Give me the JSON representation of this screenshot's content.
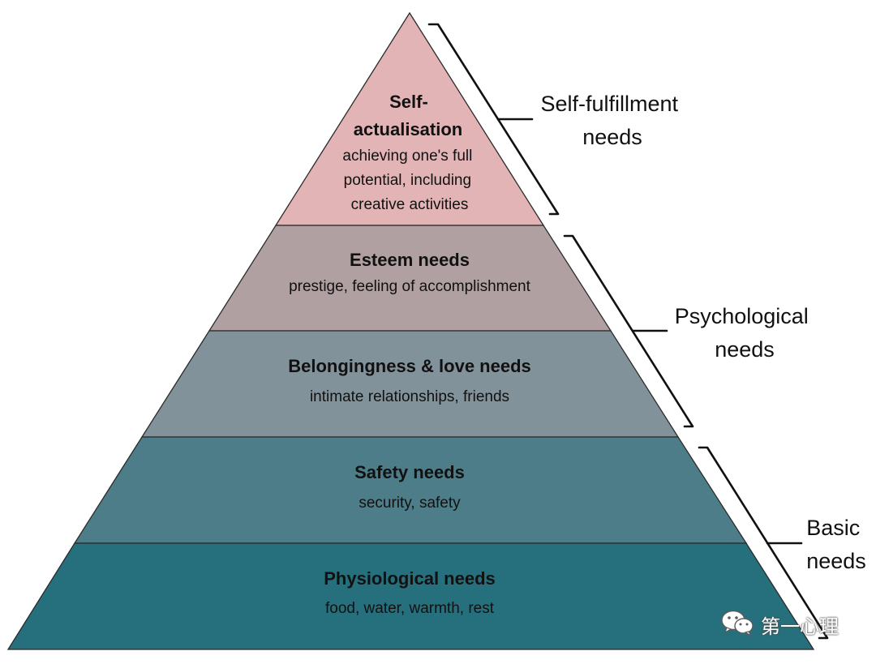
{
  "pyramid": {
    "tiers": [
      {
        "title_lines": [
          "Self-",
          "actualisation"
        ],
        "desc_lines": [
          "achieving one's full",
          "potential, including",
          "creative activities"
        ],
        "color": "#e2b4b6"
      },
      {
        "title_lines": [
          "Esteem needs"
        ],
        "desc_lines": [
          "prestige, feeling of accomplishment"
        ],
        "color": "#b0a0a2"
      },
      {
        "title_lines": [
          "Belongingness & love needs"
        ],
        "desc_lines": [
          "intimate relationships, friends"
        ],
        "color": "#82929a"
      },
      {
        "title_lines": [
          "Safety needs"
        ],
        "desc_lines": [
          "security, safety"
        ],
        "color": "#4c7d88"
      },
      {
        "title_lines": [
          "Physiological needs"
        ],
        "desc_lines": [
          "food, water, warmth, rest"
        ],
        "color": "#266f7c"
      }
    ]
  },
  "groups": [
    {
      "label_lines": [
        "Self-fulfillment",
        "needs"
      ]
    },
    {
      "label_lines": [
        "Psychological",
        "needs"
      ]
    },
    {
      "label_lines": [
        "Basic",
        "needs"
      ]
    }
  ],
  "watermark": {
    "icon": "wechat-icon",
    "text": "第一心理"
  }
}
